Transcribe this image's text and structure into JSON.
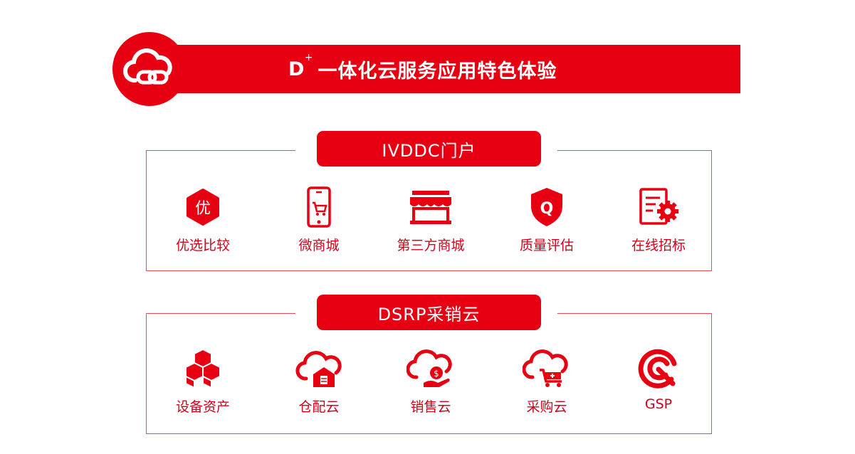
{
  "header": {
    "brand": "D",
    "brand_sup": "+",
    "title": "一体化云服务应用特色体验",
    "icon": "cloud-link-icon"
  },
  "sections": [
    {
      "title": "IVDDC门户",
      "items": [
        {
          "label": "优选比较",
          "icon": "you-hexagon-icon",
          "glyph": "优"
        },
        {
          "label": "微商城",
          "icon": "mobile-cart-icon"
        },
        {
          "label": "第三方商城",
          "icon": "storefront-icon"
        },
        {
          "label": "质量评估",
          "icon": "shield-q-icon",
          "glyph": "Q"
        },
        {
          "label": "在线招标",
          "icon": "document-gear-icon"
        }
      ]
    },
    {
      "title": "DSRP采销云",
      "items": [
        {
          "label": "设备资产",
          "icon": "stacked-boxes-icon"
        },
        {
          "label": "仓配云",
          "icon": "cloud-warehouse-icon"
        },
        {
          "label": "销售云",
          "icon": "cloud-hand-coin-icon",
          "glyph": "$"
        },
        {
          "label": "采购云",
          "icon": "cloud-cart-icon"
        },
        {
          "label": "GSP",
          "icon": "gsp-swirl-icon"
        }
      ]
    }
  ],
  "colors": {
    "accent": "#e60012",
    "border": "#e84a55",
    "label": "#d0021b"
  }
}
